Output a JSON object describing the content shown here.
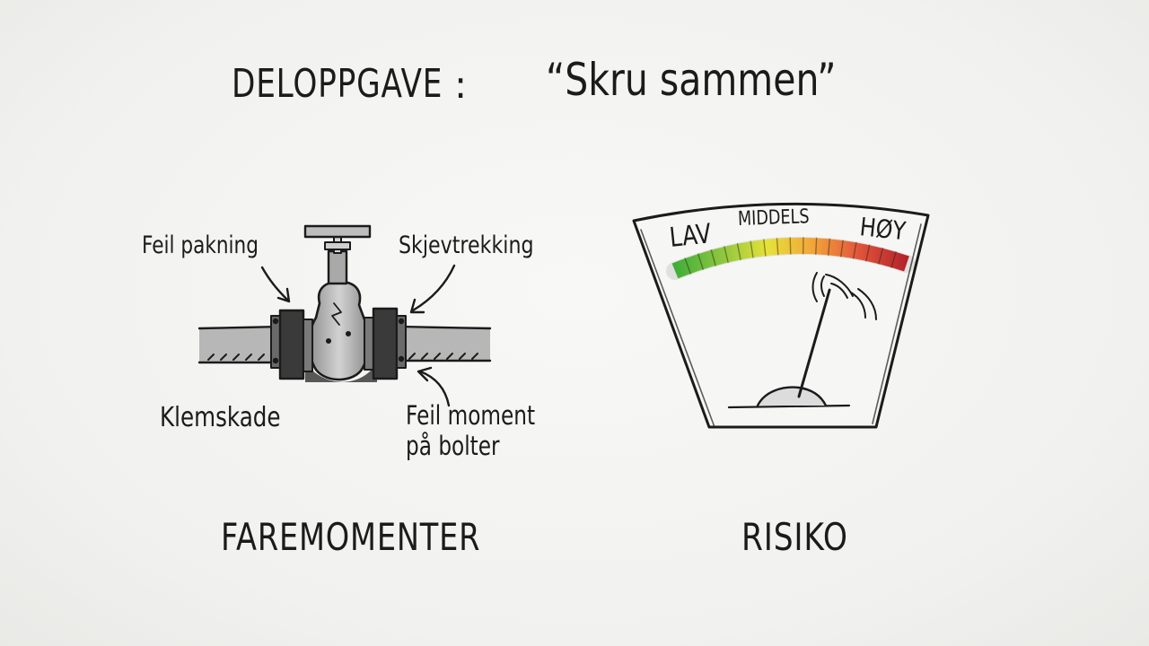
{
  "heading": {
    "label": "DELOPPGAVE",
    "colon": ":",
    "quote": "“Skru sammen”"
  },
  "hazards": {
    "feil_pakning": "Feil pakning",
    "skjevtrekking": "Skjevtrekking",
    "klemskade": "Klemskade",
    "feil_moment_line1": "Feil moment",
    "feil_moment_line2": "på bolter",
    "title": "FAREMOMENTER"
  },
  "risk": {
    "title": "RISIKO",
    "scale_low": "LAV",
    "scale_mid": "MIDDELS",
    "scale_high": "HØY",
    "level": 0.72,
    "scale_colors": [
      "#3fae3a",
      "#8cc63f",
      "#e6e23a",
      "#f2a33a",
      "#e0533b",
      "#b3232a"
    ]
  }
}
